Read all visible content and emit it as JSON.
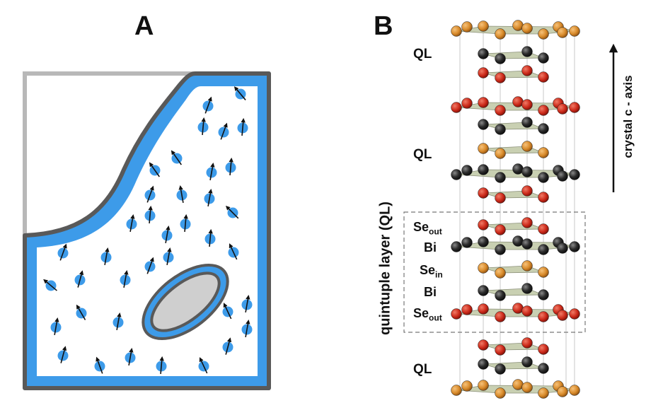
{
  "panel_a": {
    "letter": "A",
    "colors": {
      "ferro_blue": "#3d9be9",
      "wall_gray": "#595959",
      "light_gray": "#b8b8b8",
      "inclusion_fill": "#cfcfcf"
    }
  },
  "panel_b": {
    "letter": "B",
    "ql_labels": [
      "QL",
      "QL",
      "QL"
    ],
    "layers": [
      {
        "base": "Se",
        "sub": "out"
      },
      {
        "base": "Bi",
        "sub": ""
      },
      {
        "base": "Se",
        "sub": "in"
      },
      {
        "base": "Bi",
        "sub": ""
      },
      {
        "base": "Se",
        "sub": "out"
      }
    ],
    "quintuple_label": "quintuple layer (QL)",
    "axis_label": "crystal c - axis",
    "colors": {
      "orange_atom": "#d88a2a",
      "red_atom": "#cc2a1a",
      "black_atom": "#2a2a2a",
      "plane": "#c9d0b2"
    }
  }
}
